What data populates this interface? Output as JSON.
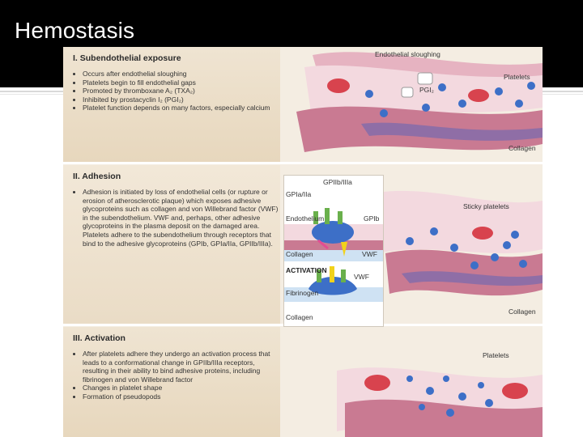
{
  "slide": {
    "title": "Hemostasis"
  },
  "sections": [
    {
      "heading": "I. Subendothelial exposure",
      "bullets": [
        "Occurs after endothelial sloughing",
        "Platelets begin to fill endothelial gaps",
        "Promoted by thromboxane A₂ (TXA₂)",
        "Inhibited by prostacyclin I₂ (PGI₂)",
        "Platelet function depends on many factors, especially calcium"
      ]
    },
    {
      "heading": "II. Adhesion",
      "bullets": [
        "Adhesion is initiated by loss of endothelial cells (or rupture or erosion of atherosclerotic plaque) which exposes adhesive glycoproteins such as collagen and von Willebrand factor (VWF) in the subendothelium. VWF and, perhaps, other adhesive glycoproteins in the plasma deposit on the damaged area. Platelets adhere to the subendothelium through receptors that bind to the adhesive glycoproteins (GPIb, GPIa/IIa, GPIIb/IIIa)."
      ]
    },
    {
      "heading": "III. Activation",
      "bullets": [
        "After platelets adhere they undergo an activation process that leads to a conformational change in GPIIb/IIIa receptors, resulting in their ability to bind adhesive proteins, including fibrinogen and von Willebrand factor",
        "Changes in platelet shape",
        "Formation of pseudopods"
      ]
    }
  ],
  "labels": {
    "endothelial_sloughing": "Endothelial sloughing",
    "pgi2": "PGI₂",
    "platelets_1": "Platelets",
    "collagen_1": "Collagen",
    "gpiib_iiia": "GPIIb/IIIa",
    "gpia_iia": "GPIa/IIa",
    "endothelium": "Endothelium",
    "gpib": "GPIb",
    "collagen_inset": "Collagen",
    "vwf_1": "VWF",
    "activation": "ACTIVATION",
    "vwf_2": "VWF",
    "fibrinogen": "Fibrinogen",
    "collagen_inset2": "Collagen",
    "sticky_platelets": "Sticky platelets",
    "collagen_2": "Collagen",
    "platelets_3": "Platelets"
  },
  "colors": {
    "vessel_wall": "#c97a92",
    "vessel_lumen": "#f3d9df",
    "red_cell": "#d8434e",
    "platelet": "#3d6fc7",
    "collagen": "#8f6ea6",
    "receptor_green": "#6ab04c",
    "receptor_yellow": "#f2d21b"
  }
}
